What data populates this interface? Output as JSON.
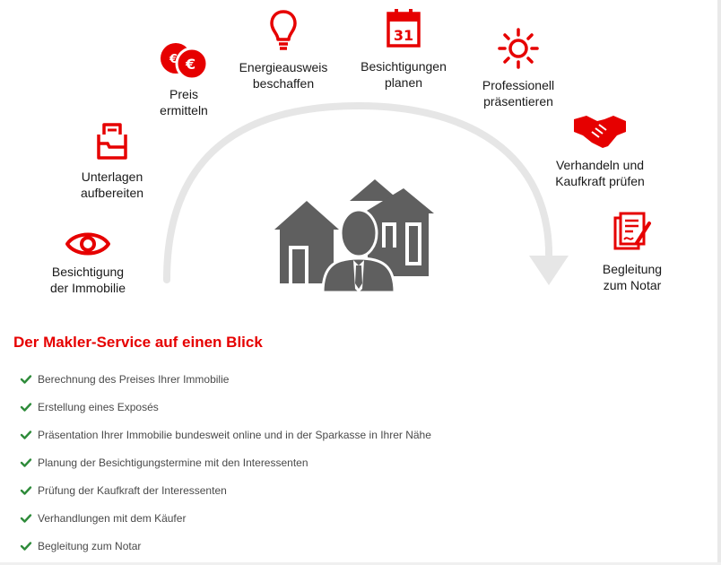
{
  "steps": [
    {
      "id": "besichtigung",
      "line1": "Besichtigung",
      "line2": "der Immobilie",
      "icon": "eye-icon"
    },
    {
      "id": "unterlagen",
      "line1": "Unterlagen",
      "line2": "aufbereiten",
      "icon": "folder-icon"
    },
    {
      "id": "preis",
      "line1": "Preis",
      "line2": "ermitteln",
      "icon": "euro-coins-icon"
    },
    {
      "id": "energie",
      "line1": "Energieausweis",
      "line2": "beschaffen",
      "icon": "lightbulb-icon"
    },
    {
      "id": "termine",
      "line1": "Besichtigungen",
      "line2": "planen",
      "icon": "calendar-icon",
      "calendar_day": "31"
    },
    {
      "id": "praesentieren",
      "line1": "Professionell",
      "line2": "präsentieren",
      "icon": "sun-icon"
    },
    {
      "id": "verhandeln",
      "line1": "Verhandeln und",
      "line2": "Kaufkraft prüfen",
      "icon": "handshake-icon"
    },
    {
      "id": "notar",
      "line1": "Begleitung",
      "line2": "zum Notar",
      "icon": "contract-icon"
    }
  ],
  "center_icon": "house-agent-icon",
  "section_title": "Der Makler-Service auf einen Blick",
  "checklist": [
    "Berechnung des Preises Ihrer Immobilie",
    "Erstellung eines Exposés",
    "Präsentation Ihrer Immobilie bundesweit online und in der Sparkasse in Ihrer Nähe",
    "Planung der Besichtigungstermine mit den Interessenten",
    "Prüfung der Kaufkraft der Interessenten",
    "Verhandlungen mit dem Käufer",
    "Begleitung zum Notar"
  ],
  "colors": {
    "accent": "#e60000",
    "check": "#2e8b3a",
    "arc": "#e6e6e6",
    "house": "#5f5f5f",
    "text": "#1a1a1a",
    "list_text": "#4a4a4a"
  }
}
